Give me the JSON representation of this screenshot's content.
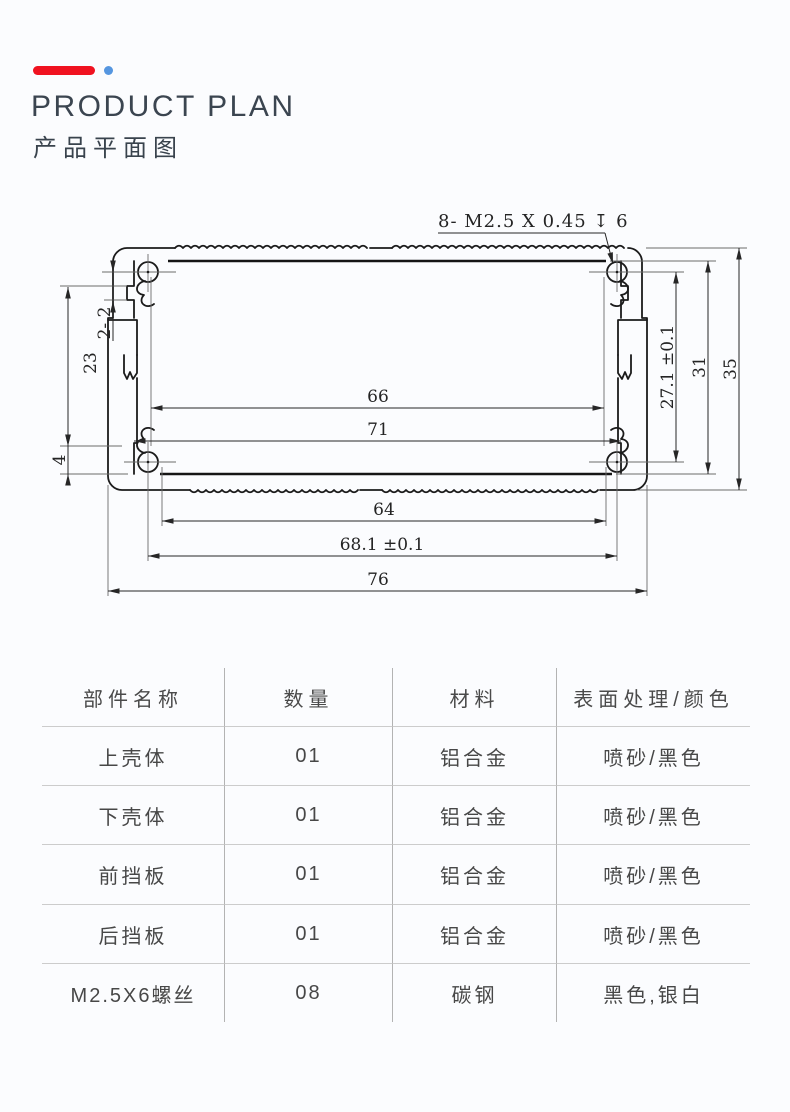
{
  "header": {
    "title": "PRODUCT PLAN",
    "subtitle": "产品平面图",
    "accent_red": "#f01220",
    "accent_blue": "#5596e0"
  },
  "drawing": {
    "thread_callout": "8- M2.5 X 0.45 ↧ 6",
    "dims": {
      "inner_width": "66",
      "mid_width": "71",
      "bottom_inner_width": "64",
      "boss_span": "68.1 ±0.1",
      "overall_width": "76",
      "left_height": "23",
      "left_step": "2- 2",
      "left_bottom": "4",
      "boss_height": "27.1 ±0.1",
      "inner_height": "31",
      "overall_height": "35"
    }
  },
  "table": {
    "headers": [
      "部件名称",
      "数量",
      "材料",
      "表面处理/颜色"
    ],
    "rows": [
      [
        "上壳体",
        "01",
        "铝合金",
        "喷砂/黑色"
      ],
      [
        "下壳体",
        "01",
        "铝合金",
        "喷砂/黑色"
      ],
      [
        "前挡板",
        "01",
        "铝合金",
        "喷砂/黑色"
      ],
      [
        "后挡板",
        "01",
        "铝合金",
        "喷砂/黑色"
      ],
      [
        "M2.5X6螺丝",
        "08",
        "碳钢",
        "黑色,银白"
      ]
    ]
  }
}
